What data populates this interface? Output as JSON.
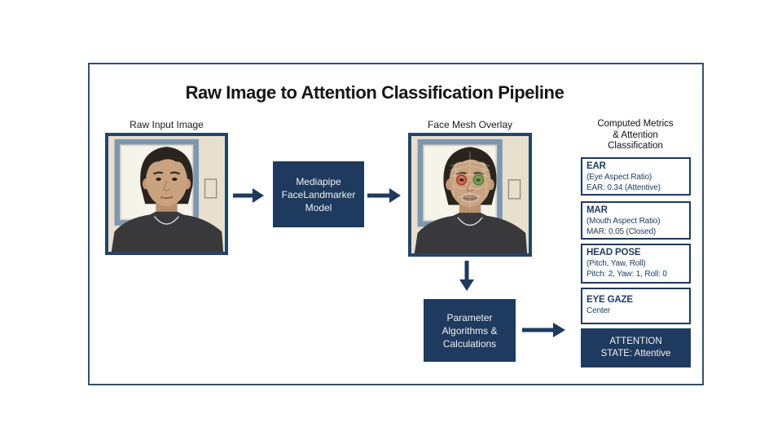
{
  "title": "Raw Image to Attention Classification Pipeline",
  "colors": {
    "navy_fill": "#1e3a5e",
    "frame_border": "#33506e",
    "light_text": "#f2f2f2",
    "metric_text": "#1e3a5e",
    "title_text": "#161616"
  },
  "pipeline": {
    "raw_image": {
      "label": "Raw Input Image"
    },
    "mediapipe_box": {
      "line1": "Mediapipe",
      "line2": "FaceLandmarker",
      "line3": "Model"
    },
    "face_mesh": {
      "label": "Face Mesh Overlay"
    },
    "parameter_box": {
      "line1": "Parameter",
      "line2": "Algorithms &",
      "line3": "Calculations"
    }
  },
  "metrics_column": {
    "header": {
      "line1": "Computed Metrics",
      "line2": "& Attention",
      "line3": "Classification"
    },
    "ear": {
      "title": "EAR",
      "subtitle": "(Eye Aspect Ratio)",
      "value": "EAR: 0.34 (Attentive)"
    },
    "mar": {
      "title": "MAR",
      "subtitle": "(Mouth Aspect Ratio)",
      "value": "MAR: 0.05 (Closed)"
    },
    "head_pose": {
      "title": "HEAD POSE",
      "subtitle": "(Pitch, Yaw, Roll)",
      "value": "Pitch: 2, Yaw: 1, Roll: 0"
    },
    "eye_gaze": {
      "title": "EYE GAZE",
      "value": "Center"
    },
    "attention": {
      "line1": "ATTENTION",
      "line2": "STATE: Attentive"
    }
  }
}
